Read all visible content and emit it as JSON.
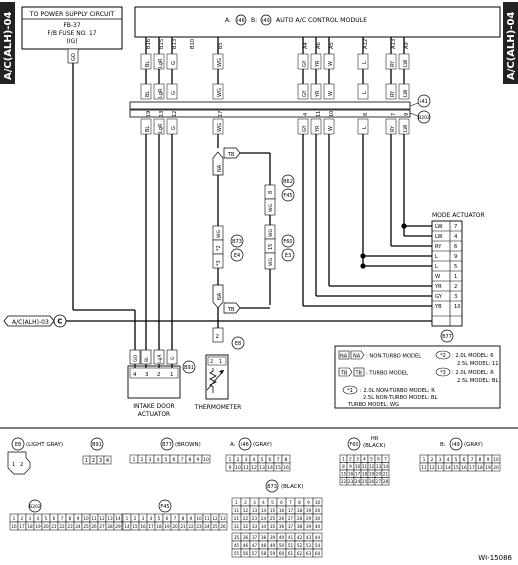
{
  "side_tab_left": "A/C(ALH)-04",
  "side_tab_right": "A/C(ALH)-04",
  "power_box": {
    "title": "TO POWER SUPPLY CIRCUIT",
    "line1": "FB-37",
    "line2": "F/B FUSE NO. 17",
    "line3": "(IG)"
  },
  "module": {
    "title": "AUTO A/C CONTROL MODULE",
    "conn_a_label": "A:",
    "conn_a": "i46",
    "conn_b_label": "B:",
    "conn_b": "i49"
  },
  "module_pins": [
    "B16",
    "B15",
    "B13",
    "B10",
    "B5",
    "A4",
    "A6",
    "A5",
    "A12",
    "A13",
    "A9"
  ],
  "module_wires": [
    "GO",
    "BL",
    "LgR",
    "G",
    "WG",
    "GY",
    "YR",
    "W",
    "L",
    "RY",
    "LW"
  ],
  "harness_pins": [
    "19",
    "13",
    "12",
    "17",
    "4",
    "11",
    "10",
    "8",
    "7",
    "9"
  ],
  "harness_wires": [
    "BL",
    "LgR",
    "G",
    "WG",
    "GY",
    "YR",
    "W",
    "L",
    "RY",
    "LW"
  ],
  "conn_tags": {
    "i41": "i41",
    "b202": "B202",
    "b62": "B62",
    "f45": "F45",
    "b73": "B73",
    "e4": "E4",
    "f60": "F60",
    "e3": "E3",
    "e8": "E8",
    "b91": "B91",
    "b77": "B77"
  },
  "wire_labels": {
    "wg": "WG",
    "na": "NA",
    "tb": "TB",
    "ast2": "*2",
    "ast3": "*3",
    "pin8": "8",
    "pin15": "15",
    "pin1": "1",
    "pin2": "2"
  },
  "mode_actuator": {
    "title": "MODE ACTUATOR",
    "rows": [
      {
        "wire": "LW",
        "pin": "7"
      },
      {
        "wire": "LW",
        "pin": "4"
      },
      {
        "wire": "RY",
        "pin": "6"
      },
      {
        "wire": "L",
        "pin": "9"
      },
      {
        "wire": "L",
        "pin": "5"
      },
      {
        "wire": "W",
        "pin": "1"
      },
      {
        "wire": "YR",
        "pin": "2"
      },
      {
        "wire": "GY",
        "pin": "3"
      },
      {
        "wire": "YB",
        "pin": "10"
      }
    ]
  },
  "ref_tab": "A/C(ALH)-03",
  "ref_circle": "C",
  "intake": {
    "title_line1": "INTAKE DOOR",
    "title_line2": "ACTUATOR",
    "wires": [
      "GO",
      "BL",
      "LgR",
      "G"
    ],
    "pins": [
      "4",
      "3",
      "2",
      "1"
    ]
  },
  "thermometer": {
    "label": "THERMOMETER"
  },
  "legend": {
    "na": "NA",
    "na_text": ": NON-TURBO MODEL",
    "tb": "TB",
    "tb_text": ": TURBO MODEL",
    "star2": "*2",
    "star2_line1": ": 2.0L MODEL: 6",
    "star2_line2": "2.5L MODEL: 11",
    "star3": "*3",
    "star3_line1": ": 2.0L MODEL: R",
    "star3_line2": "2.5L MODEL: BL",
    "star1": "*1",
    "star1_line1": ": 2.0L NON-TURBO MODEL: R",
    "star1_line2": "2.5L NON-TURBO MODEL: BL",
    "star1_line3": "TURBO MODEL: WG"
  },
  "connectors": {
    "e8": "E8",
    "e8_sub": "(LIGHT GRAY)",
    "b91": "B91",
    "b77": "B77",
    "b77_sub": "(BROWN)",
    "a": "A:",
    "a_code": "i46",
    "a_sub": "(GRAY)",
    "f60": "F60",
    "f60_hr": "HR",
    "f60_sub": "(BLACK)",
    "b": "B:",
    "b_code": "i49",
    "b_sub": "(GRAY)",
    "b202": "B202",
    "f45": "F45",
    "b73": "B73",
    "b73_sub": "(BLACK)"
  },
  "figure_id": "WI-15086"
}
